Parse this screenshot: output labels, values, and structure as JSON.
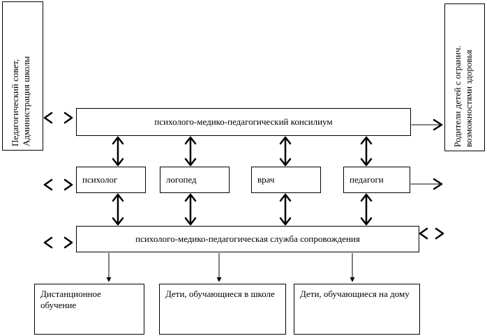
{
  "left_panel": {
    "line1": "Педагогический совет,",
    "line2": "Администрация школы"
  },
  "right_panel": {
    "line1": "Родители детей с огранич.",
    "line2": "возможностями здоровья"
  },
  "council": {
    "label": "психолого-медико-педагогический консилиум"
  },
  "specialists": {
    "psychologist": "психолог",
    "speech_therapist": "логопед",
    "doctor": "врач",
    "teachers": "педагоги"
  },
  "service": {
    "label": "психолого-медико-педагогическая служба сопровождения"
  },
  "outcomes": {
    "distance": "Дистанционное обучение",
    "school": "Дети, обучающиеся в школе",
    "home": "Дети, обучающиеся на дому"
  }
}
